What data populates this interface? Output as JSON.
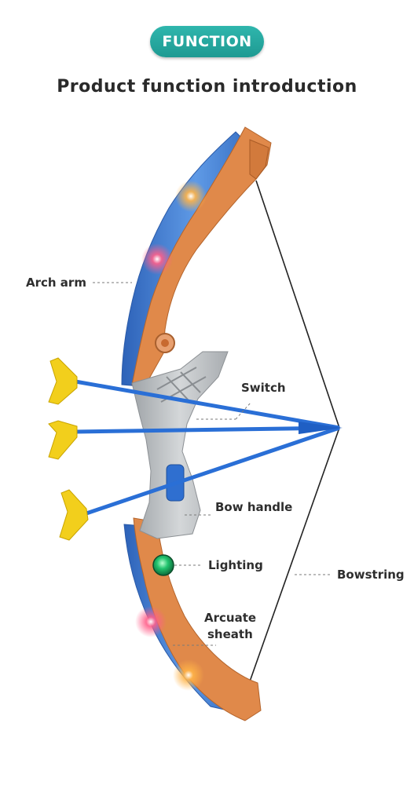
{
  "header": {
    "badge": "FUNCTION",
    "title": "Product function introduction"
  },
  "labels": {
    "arch_arm": "Arch arm",
    "switch": "Switch",
    "bow_handle": "Bow handle",
    "lighting": "Lighting",
    "arcuate_sheath_line1": "Arcuate",
    "arcuate_sheath_line2": "sheath",
    "bowstring": "Bowstring"
  },
  "colors": {
    "badge": "#22a59c",
    "limb_orange": "#e0894a",
    "limb_blue": "#3f7fd0",
    "handle_gray": "#b8bcbf",
    "arrow_blue": "#2a6fd6",
    "suction_yellow": "#f2cf1c",
    "light_green": "#20c070"
  }
}
